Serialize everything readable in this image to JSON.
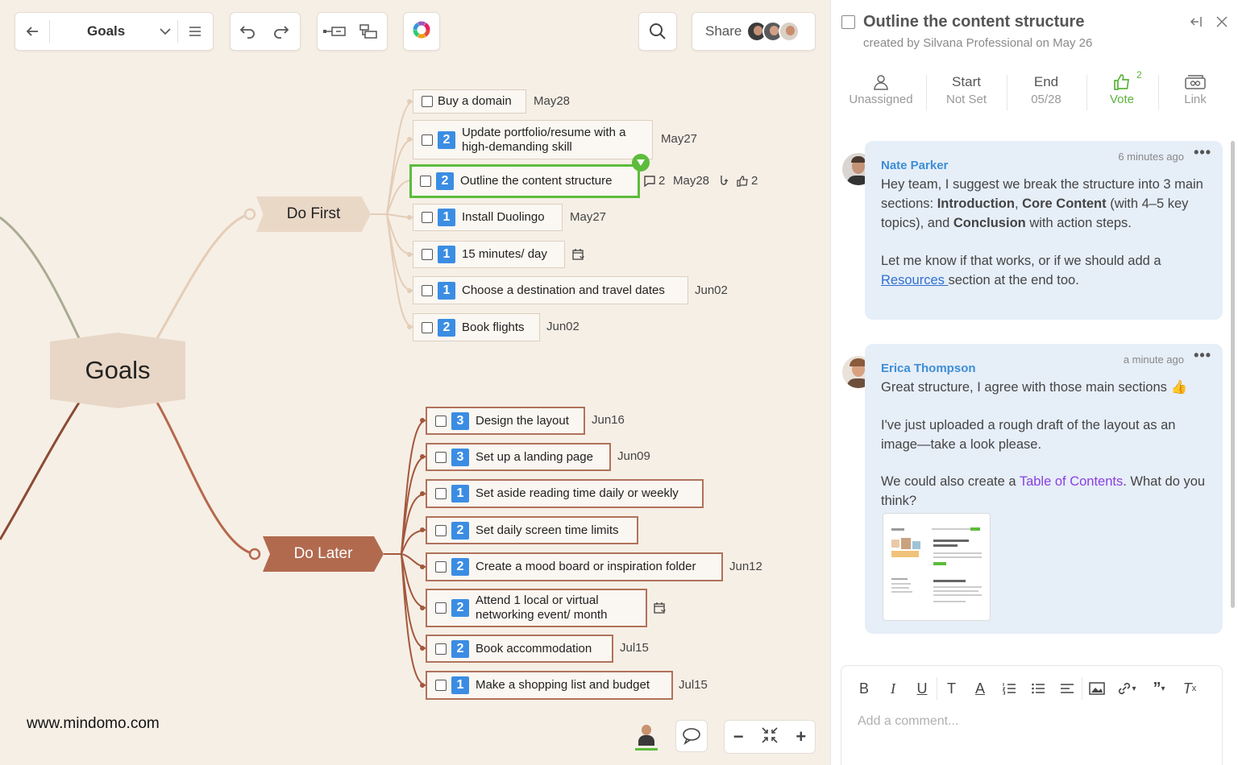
{
  "toolbar": {
    "map_title": "Goals",
    "share_label": "Share"
  },
  "mindmap": {
    "central": "Goals",
    "branch_first": "Do First",
    "branch_later": "Do Later",
    "first_topics": [
      {
        "text": "Buy a domain",
        "priority": "",
        "due": "May28"
      },
      {
        "text": "Update portfolio/resume with a high-demanding skill",
        "priority": "2",
        "due": "May27"
      },
      {
        "text": "Outline the content structure",
        "priority": "2",
        "due": "May28",
        "comments": "2",
        "votes": "2"
      },
      {
        "text": "Install Duolingo",
        "priority": "1",
        "due": "May27"
      },
      {
        "text": "15 minutes/ day",
        "priority": "1",
        "due": ""
      },
      {
        "text": "Choose a destination and travel dates",
        "priority": "1",
        "due": "Jun02"
      },
      {
        "text": "Book flights",
        "priority": "2",
        "due": "Jun02"
      }
    ],
    "later_topics": [
      {
        "text": "Design the layout",
        "priority": "3",
        "due": "Jun16"
      },
      {
        "text": "Set up a landing page",
        "priority": "3",
        "due": "Jun09"
      },
      {
        "text": "Set aside reading time daily or weekly",
        "priority": "1",
        "due": ""
      },
      {
        "text": "Set daily screen time limits",
        "priority": "2",
        "due": ""
      },
      {
        "text": "Create a mood board or inspiration folder",
        "priority": "2",
        "due": "Jun12"
      },
      {
        "text": "Attend 1 local or virtual networking event/ month",
        "priority": "2",
        "due": ""
      },
      {
        "text": "Book accommodation",
        "priority": "2",
        "due": "Jul15"
      },
      {
        "text": "Make a shopping list and budget",
        "priority": "1",
        "due": "Jul15"
      }
    ],
    "watermark": "www.mindomo.com"
  },
  "panel": {
    "title": "Outline the content structure",
    "subtitle": "created by Silvana Professional on May 26",
    "assignee": "Unassigned",
    "start_label": "Start",
    "start_value": "Not Set",
    "end_label": "End",
    "end_value": "05/28",
    "vote_label": "Vote",
    "vote_count": "2",
    "link_label": "Link",
    "comments": [
      {
        "author": "Nate Parker",
        "time": "6 minutes ago",
        "p1_a": "Hey team, I suggest we break the structure into 3 main sections: ",
        "p1_b": "Introduction",
        "p1_c": ", ",
        "p1_d": "Core Content",
        "p1_e": " (with 4–5 key topics), and ",
        "p1_f": "Conclusion",
        "p1_g": " with action steps.",
        "p2_a": "Let me know if that works, or if we should add a ",
        "p2_link": "Resources ",
        "p2_b": "section at the end too."
      },
      {
        "author": "Erica Thompson",
        "time": "a minute ago",
        "p1": "Great structure, I agree with those main sections 👍",
        "p2": "I've just uploaded a rough draft of the layout as an image—take a look please.",
        "p3_a": "We could also create a ",
        "p3_link": "Table of Contents",
        "p3_b": ". What do you think?"
      }
    ],
    "comment_placeholder": "Add a comment..."
  }
}
